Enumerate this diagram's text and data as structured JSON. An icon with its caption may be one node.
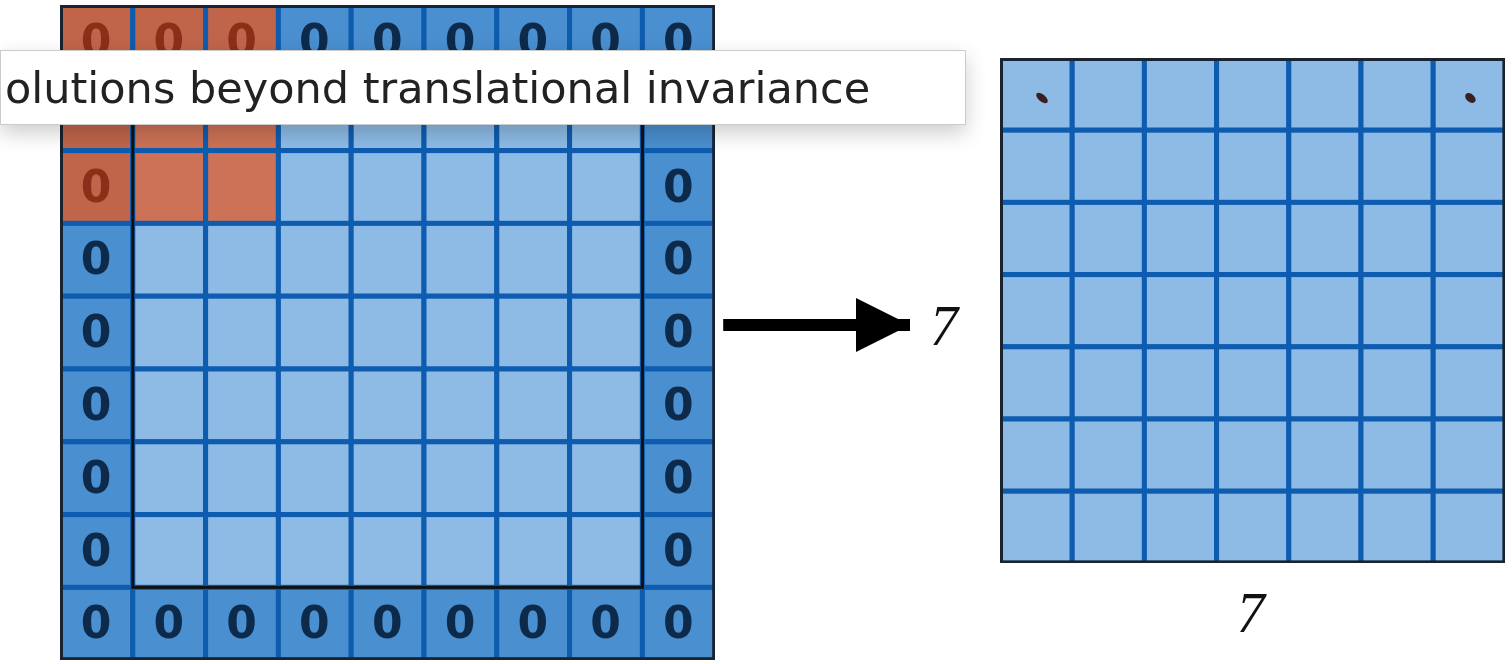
{
  "diagram": {
    "nodes": [
      {
        "text": [],
        "shape": "grid"
      },
      {
        "text": [],
        "shape": "grid",
        "beside": [
          "7",
          "7"
        ]
      }
    ],
    "edges": [
      {
        "from": 0,
        "to": 1,
        "arrow": "to"
      }
    ],
    "labels": [
      "0",
      "0",
      "0",
      "0",
      "0",
      "0",
      "0",
      "0",
      "0",
      "olutions beyond translational invariance",
      "0",
      "0",
      "0",
      "0",
      "0",
      "0",
      "0",
      "0",
      "0",
      "0",
      "0",
      "0",
      "0",
      "0",
      "0",
      "0",
      "0",
      "0",
      "0",
      "0",
      "0"
    ]
  }
}
